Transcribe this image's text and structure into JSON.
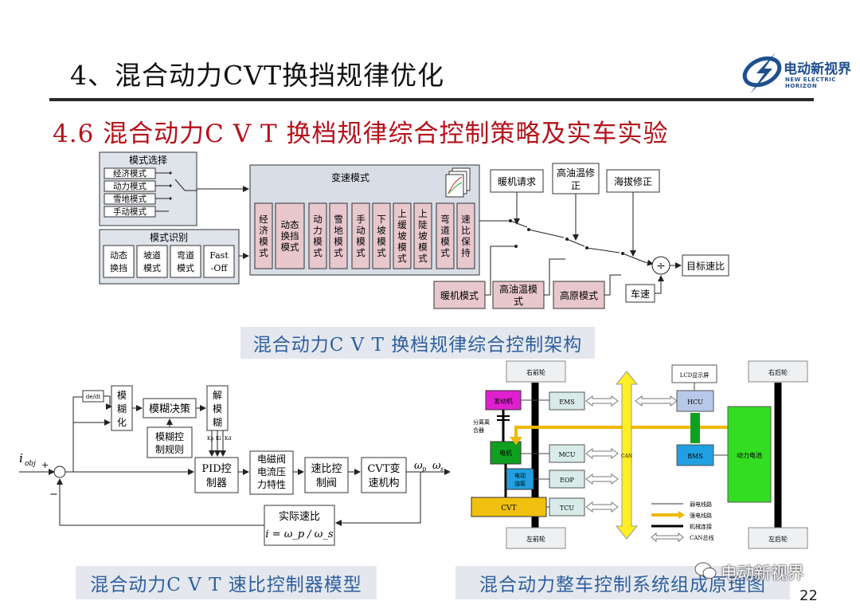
{
  "slide": {
    "title": "4、混合动力CVT换挡规律优化",
    "subtitle": "4.6 混合动力C V T 换档规律综合控制策略及实车实验",
    "page_number": "22",
    "watermark": "电动新视界",
    "logo": {
      "name": "电动新视界",
      "tagline": "NEW ELECTRIC HORIZON"
    }
  },
  "diagram1": {
    "caption": "混合动力C V T 换档规律综合控制架构",
    "mode_select": {
      "title": "模式选择",
      "items": [
        "经济模式",
        "动力模式",
        "雪地模式",
        "手动模式"
      ]
    },
    "mode_identify": {
      "title": "模式识别",
      "items": [
        "动态换挡",
        "坡道模式",
        "弯道模式",
        "Fast-Off"
      ]
    },
    "shift_modes": {
      "title": "变速模式",
      "items": [
        "经济模式",
        "动态换挡模式",
        "动力模式",
        "雪地模式",
        "手动模式",
        "下坡模式",
        "上缓坡模式",
        "上陡坡模式",
        "弯道模式",
        "速比保持"
      ]
    },
    "corrections": [
      "暖机请求",
      "高油温修正",
      "海拔修正"
    ],
    "bottom_modes": [
      "暖机模式",
      "高油温模式",
      "高原模式"
    ],
    "vehicle_speed": "车速",
    "divide": "÷",
    "target_ratio": "目标速比"
  },
  "diagram2": {
    "caption": "混合动力C V T 速比控制器模型",
    "derivative": "de/dt",
    "fuzzify": "模糊化",
    "fuzzy_decision": "模糊决策",
    "rules": "模糊控制规则",
    "defuzzify": "解模糊",
    "gains": [
      "Kp",
      "Ki",
      "Kd"
    ],
    "pid": "PID控制器",
    "valve": "电磁阀电流压力特性",
    "ratio_valve": "速比控制阀",
    "cvt": "CVT变速机构",
    "input": "i",
    "input_sub": "obj",
    "plus": "+",
    "minus": "−",
    "output_p": "ω",
    "output_p_sub": "p",
    "output_s": "ω",
    "output_s_sub": "s",
    "feedback_title": "实际速比",
    "feedback_formula": "i = ω_p / ω_s"
  },
  "diagram3": {
    "caption": "混合动力整车控制系统组成原理图",
    "wheels": [
      "右前轮",
      "左前轮",
      "右后轮",
      "左后轮"
    ],
    "engine": "发动机",
    "clutch": "分离离合器",
    "motor": "电机",
    "motor_pump": "电动油泵",
    "cvt": "CVT",
    "ems": "EMS",
    "mcu": "MCU",
    "eop": "EOP",
    "tcu": "TCU",
    "lcd": "LCD显示屏",
    "hcu": "HCU",
    "bms": "BMS",
    "battery": "动力电池",
    "can": "CAN",
    "legend": [
      "弱电线路",
      "强电线路",
      "机械连接",
      "CAN总线"
    ],
    "colors": {
      "engine": "#e020d0",
      "motor": "#10a020",
      "pump": "#20a0e0",
      "cvt": "#f0c010",
      "ctrl": "#d8ebe8",
      "battery": "#33dd22",
      "bus": "#ffee22"
    }
  }
}
